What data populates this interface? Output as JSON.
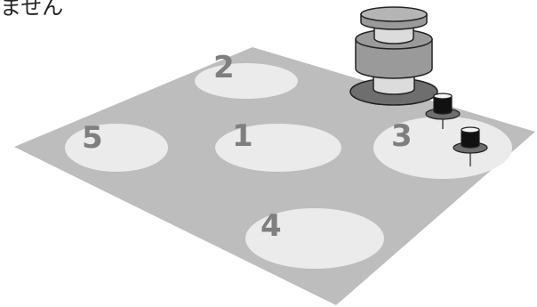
{
  "header_text": "ません",
  "zones": [
    {
      "id": "1",
      "label": "1"
    },
    {
      "id": "2",
      "label": "2"
    },
    {
      "id": "3",
      "label": "3"
    },
    {
      "id": "4",
      "label": "4"
    },
    {
      "id": "5",
      "label": "5"
    }
  ],
  "colors": {
    "floor": "#bdbdbd",
    "zone": "#ebebeb",
    "label": "#7f7f7f",
    "robot_body": "#9a9a9a",
    "robot_light": "#dcdcdc",
    "robot_base": "#6e6e6e",
    "peg": "#111111"
  },
  "icons": {
    "robot": "robot-icon",
    "small_robot": "small-robot-icon"
  }
}
